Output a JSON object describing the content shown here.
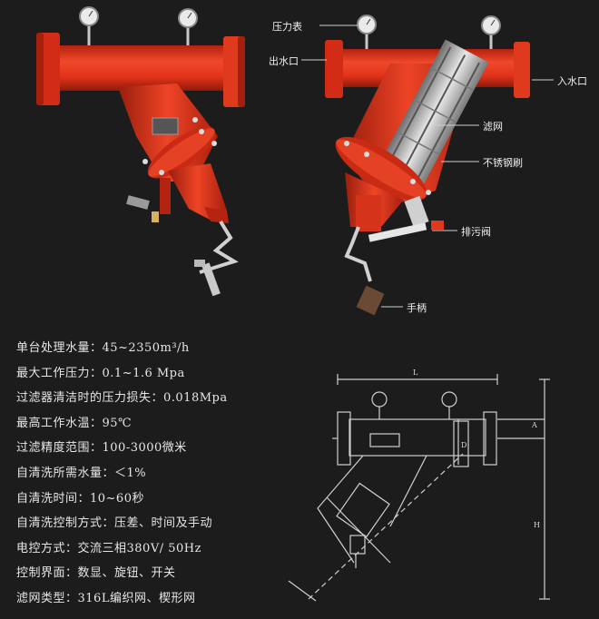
{
  "callouts": {
    "pressure_gauge": "压力表",
    "outlet": "出水口",
    "inlet": "入水口",
    "filter_screen": "滤网",
    "stainless_brush": "不锈钢刷",
    "drain_valve": "排污阀",
    "handle": "手柄"
  },
  "specs": [
    "单台处理水量：45~2350m³/h",
    "最大工作压力：0.1~1.6 Mpa",
    "过滤器清洁时的压力损失：0.018Mpa",
    "最高工作水温：95℃",
    "过滤精度范围：100-3000微米",
    "自清洗所需水量：＜1%",
    "自清洗时间：10~60秒",
    "自清洗控制方式：压差、时间及手动",
    "电控方式：交流三相380V/ 50Hz",
    "控制界面：数显、旋钮、开关",
    "滤网类型：316L编织网、楔形网"
  ],
  "dimensions": {
    "L": "L",
    "A": "A",
    "D": "D",
    "H": "H"
  },
  "colors": {
    "body": "#e8341c",
    "body_dark": "#a8200e",
    "background": "#1c1c1c",
    "line": "#cfcfcf"
  }
}
